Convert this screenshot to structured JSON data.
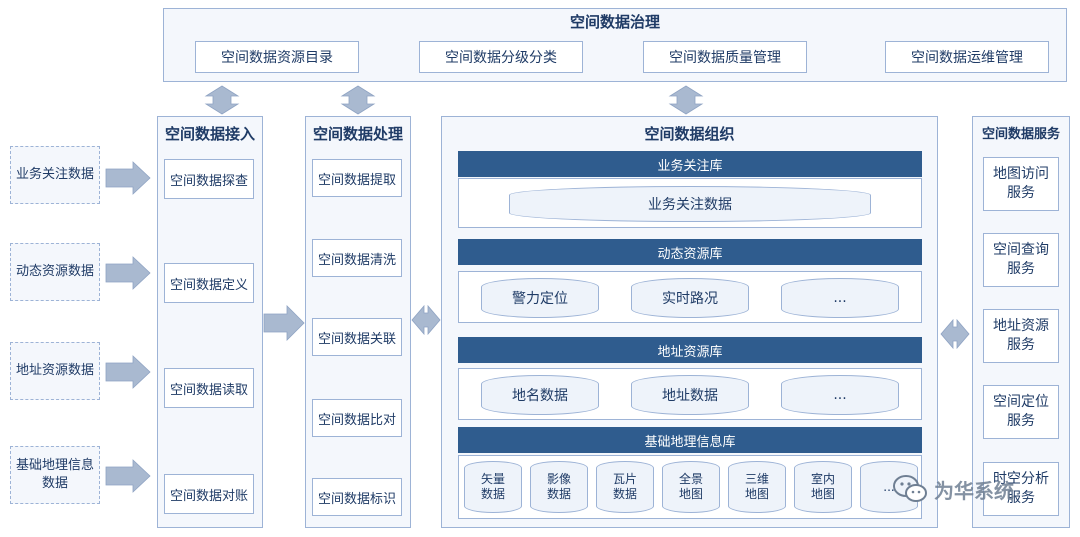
{
  "governance": {
    "title": "空间数据治理",
    "items": [
      "空间数据资源目录",
      "空间数据分级分类",
      "空间数据质量管理",
      "空间数据运维管理"
    ]
  },
  "sources": [
    "业务关注数据",
    "动态资源数据",
    "地址资源数据",
    "基础地理信息\n数据"
  ],
  "access": {
    "title": "空间数据接入",
    "items": [
      "空间数据探查",
      "空间数据定义",
      "空间数据读取",
      "空间数据对账"
    ]
  },
  "processing": {
    "title": "空间数据处理",
    "items": [
      "空间数据提取",
      "空间数据清洗",
      "空间数据关联",
      "空间数据比对",
      "空间数据标识"
    ]
  },
  "organization": {
    "title": "空间数据组织",
    "libraries": [
      {
        "name": "业务关注库",
        "items": [
          "业务关注数据"
        ]
      },
      {
        "name": "动态资源库",
        "items": [
          "警力定位",
          "实时路况",
          "..."
        ]
      },
      {
        "name": "地址资源库",
        "items": [
          "地名数据",
          "地址数据",
          "..."
        ]
      },
      {
        "name": "基础地理信息库",
        "items": [
          "矢量\n数据",
          "影像\n数据",
          "瓦片\n数据",
          "全景\n地图",
          "三维\n地图",
          "室内\n地图",
          "..."
        ]
      }
    ]
  },
  "services": {
    "title": "空间数据服务",
    "items": [
      "地图访问\n服务",
      "空间查询\n服务",
      "地址资源\n服务",
      "空间定位\n服务",
      "时空分析\n服务"
    ]
  },
  "watermark": "为华系统",
  "icons": {
    "arrow_right": "arrow-right-icon",
    "arrow_updown": "arrow-up-down-icon",
    "arrow_leftright": "arrow-left-right-icon",
    "wechat": "wechat-icon"
  },
  "colors": {
    "bar": "#2f5c8e",
    "border": "#9db3d6",
    "arrow": "#a9b9d0",
    "panel_bg": "#f4f7fc"
  }
}
